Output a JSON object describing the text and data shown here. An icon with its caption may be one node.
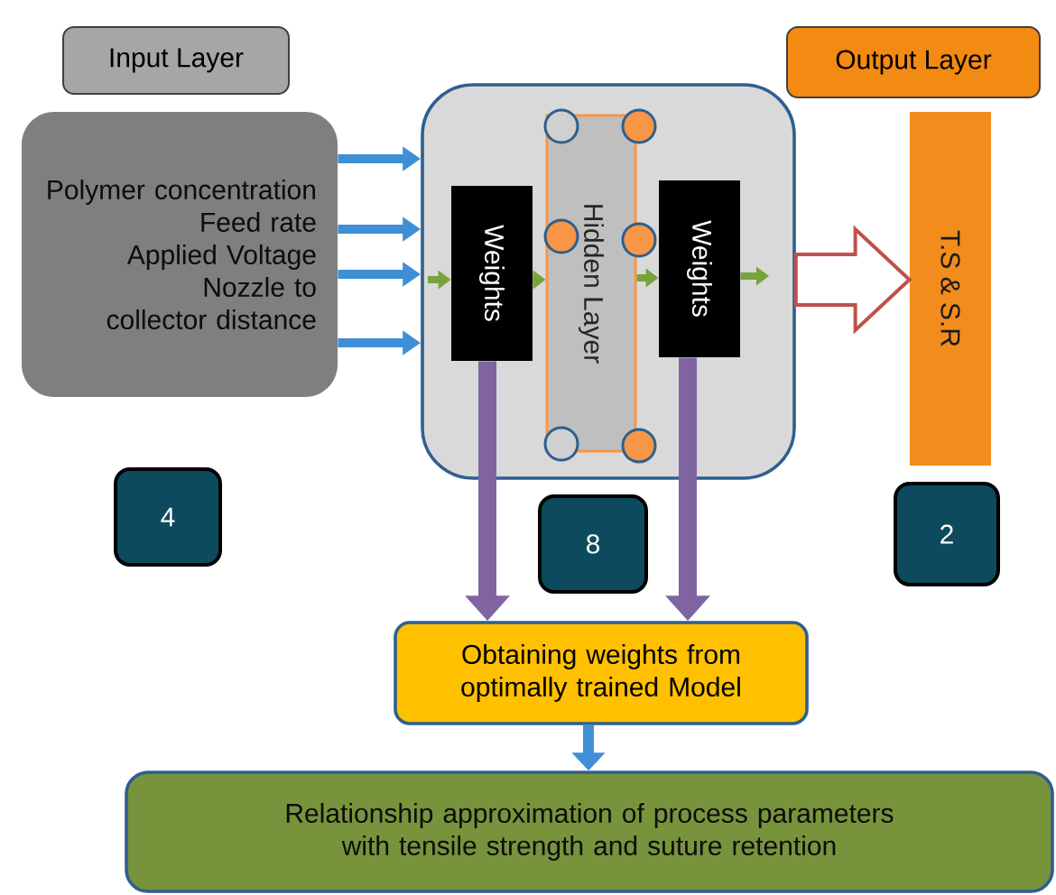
{
  "diagram": {
    "nodes": [
      {
        "text": [
          "Input Layer"
        ]
      },
      {
        "text": [
          "Polymer concentration",
          "Feed rate",
          "Applied Voltage",
          "Nozzle to collector distance"
        ]
      },
      {
        "text": [],
        "shape": "box"
      },
      {
        "text": [
          "Weights"
        ],
        "in": 2
      },
      {
        "text": [
          "Hidden Layer"
        ],
        "in": 2
      },
      {
        "text": [
          "Weights"
        ],
        "in": 2
      },
      {
        "text": [
          "Output Layer"
        ]
      },
      {
        "text": [
          "T.S & S.R"
        ]
      },
      {
        "text": [
          "4"
        ]
      },
      {
        "text": [
          "8"
        ]
      },
      {
        "text": [
          "2"
        ]
      },
      {
        "text": [
          "Obtaining weights from optimally trained Model"
        ]
      },
      {
        "text": [
          "Relationship approximation of process parameters with tensile strength and suture retention"
        ]
      }
    ],
    "edges": [
      {
        "from": 1,
        "to": 2,
        "arrow": "to"
      },
      {
        "from": 1,
        "to": 2,
        "arrow": "to"
      },
      {
        "from": 1,
        "to": 2,
        "arrow": "to"
      },
      {
        "from": 1,
        "to": 2,
        "arrow": "to"
      },
      {
        "from": null,
        "to": 3,
        "arrow": "to",
        "color": "#77a33a"
      },
      {
        "from": 3,
        "to": 4,
        "arrow": "to",
        "color": "#77a33a"
      },
      {
        "from": 4,
        "to": 5,
        "arrow": "to",
        "color": "#77a33a"
      },
      {
        "from": 5,
        "to": null,
        "arrow": "to",
        "color": "#77a33a"
      },
      {
        "from": 2,
        "to": 7,
        "arrow": "to",
        "color": "#c0504d"
      },
      {
        "from": 3,
        "to": 11,
        "arrow": "to",
        "style": "thick",
        "color": "#8064a2"
      },
      {
        "from": 5,
        "to": 11,
        "arrow": "to",
        "style": "thick",
        "color": "#8064a2"
      },
      {
        "from": 11,
        "to": 12,
        "arrow": "to"
      }
    ]
  }
}
